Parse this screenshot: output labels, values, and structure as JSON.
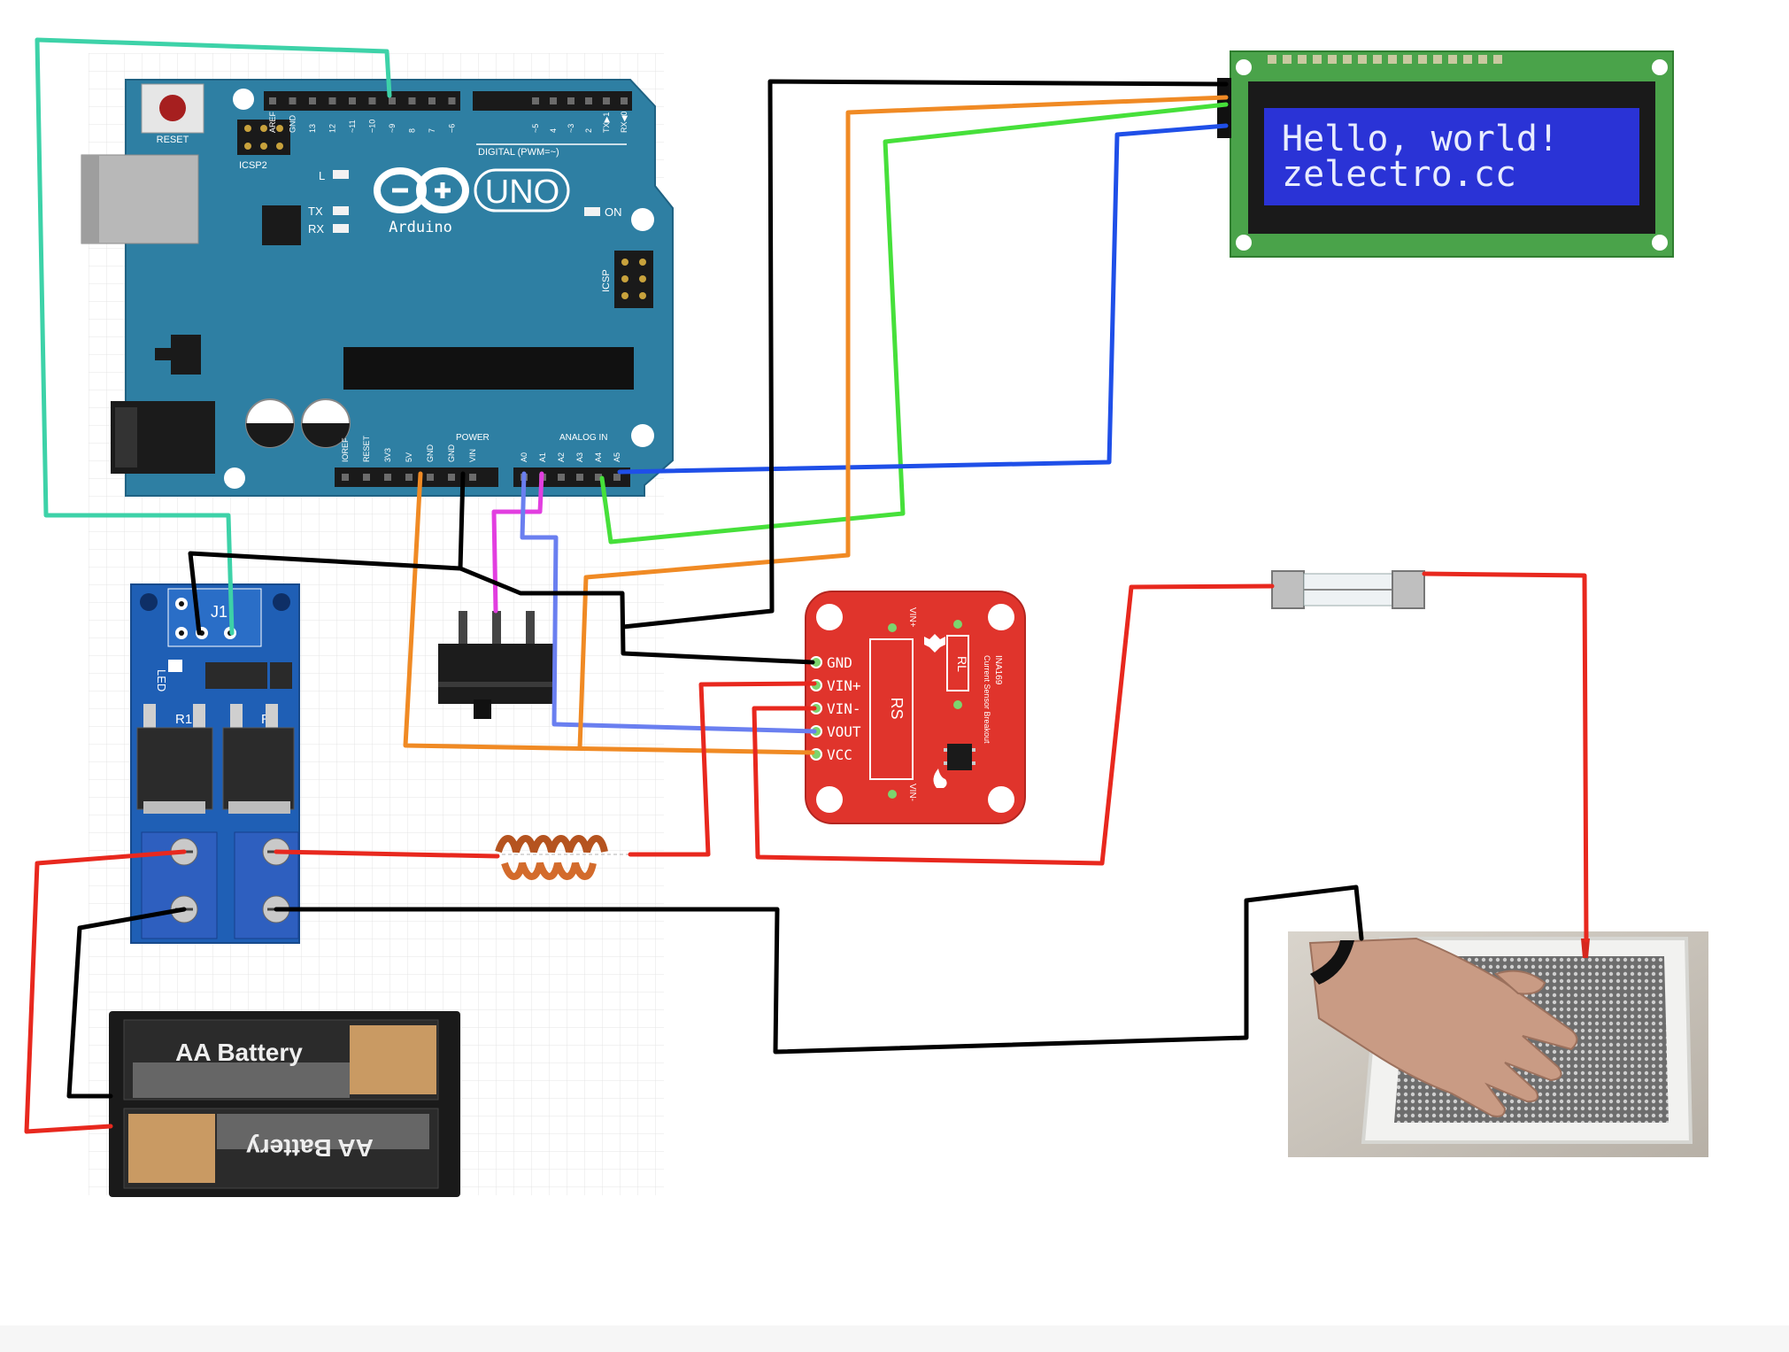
{
  "arduino": {
    "reset_label": "RESET",
    "icsp2_label": "ICSP2",
    "icsp_label": "ICSP",
    "logo_text": "UNO",
    "brand": "Arduino",
    "on_label": "ON",
    "l_label": "L",
    "tx_label": "TX",
    "rx_label": "RX",
    "digital_label": "DIGITAL (PWM=~)",
    "power_label": "POWER",
    "analog_label": "ANALOG IN",
    "digital_pins": [
      "AREF",
      "GND",
      "13",
      "12",
      "~11",
      "~10",
      "~9",
      "8",
      "7",
      "~6",
      "~5",
      "4",
      "~3",
      "2",
      "TX▶1",
      "RX◀0"
    ],
    "power_pins": [
      "IOREF",
      "RESET",
      "3V3",
      "5V",
      "GND",
      "GND",
      "VIN"
    ],
    "analog_pins": [
      "A0",
      "A1",
      "A2",
      "A3",
      "A4",
      "A5"
    ],
    "board_color": "#2e7fa3"
  },
  "lcd": {
    "line1": "Hello, world!",
    "line2": "zelectro.cc",
    "screen_color": "#2a33d6",
    "pcb_color": "#4aa34a"
  },
  "sensor": {
    "pins": [
      "GND",
      "VIN+",
      "VIN-",
      "VOUT",
      "VCC"
    ],
    "rs_label": "RS",
    "rl_label": "RL",
    "name": "INA169",
    "subtitle": "Current Sensor Breakout",
    "vin_plus_top": "VIN+",
    "vin_minus_bottom": "VIN-",
    "board_color": "#e0342c"
  },
  "mosfet_module": {
    "header_label": "J1",
    "led_label": "LED",
    "r1_label": "R1",
    "r2_label": "R2",
    "board_color": "#1f5fb5"
  },
  "battery": {
    "cell1": "AA Battery",
    "cell2": "AA Battery"
  },
  "wire_colors": {
    "teal": "#3dd2a8",
    "black": "#000000",
    "orange": "#f08a24",
    "green": "#46e03a",
    "blue": "#1f4fe8",
    "magenta": "#e23ee0",
    "lightblue": "#6a7ff0",
    "red": "#e8281e"
  }
}
